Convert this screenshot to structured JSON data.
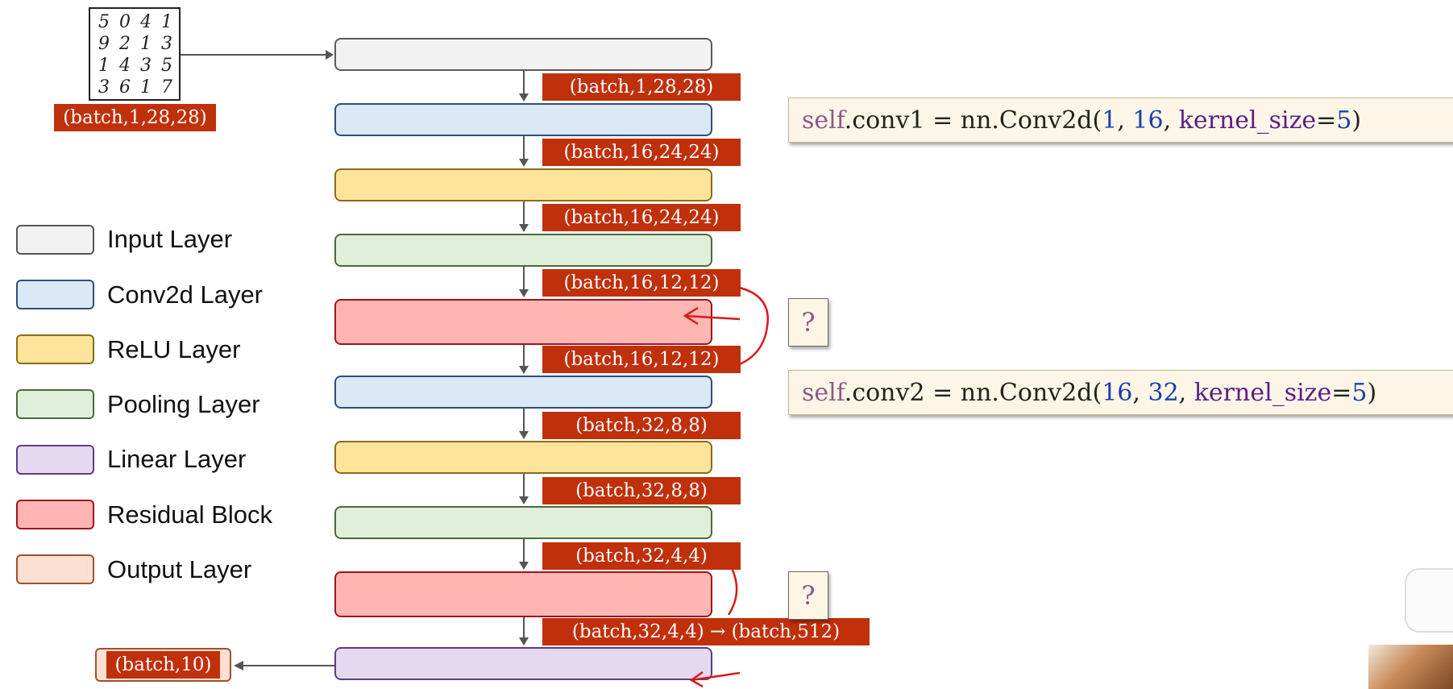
{
  "layers": [
    {
      "type": "input"
    },
    {
      "type": "conv"
    },
    {
      "type": "relu"
    },
    {
      "type": "pool"
    },
    {
      "type": "resid"
    },
    {
      "type": "conv"
    },
    {
      "type": "relu"
    },
    {
      "type": "pool"
    },
    {
      "type": "resid"
    },
    {
      "type": "linear"
    }
  ],
  "shapes": {
    "input_image": "(batch,1,28,28)",
    "s1": "(batch,1,28,28)",
    "s2": "(batch,16,24,24)",
    "s3": "(batch,16,24,24)",
    "s4": "(batch,16,12,12)",
    "s5": "(batch,16,12,12)",
    "s6": "(batch,32,8,8)",
    "s7": "(batch,32,8,8)",
    "s8": "(batch,32,4,4)",
    "s9": "(batch,32,4,4) → (batch,512)",
    "output": "(batch,10)"
  },
  "legend": [
    {
      "label": "Input Layer",
      "color": "#f2f2f2"
    },
    {
      "label": "Conv2d Layer",
      "color": "#dbe8f6"
    },
    {
      "label": "ReLU Layer",
      "color": "#fde49a"
    },
    {
      "label": "Pooling Layer",
      "color": "#e0efda"
    },
    {
      "label": "Linear Layer",
      "color": "#e5d9f2"
    },
    {
      "label": "Residual Block",
      "color": "#ffb6b3"
    },
    {
      "label": "Output Layer",
      "color": "#fce0d2"
    }
  ],
  "code": {
    "conv1": {
      "self": "self",
      "rest": ".conv1 = nn.Conv2d(",
      "a": "1",
      "sep1": ", ",
      "b": "16",
      "sep2": ", ",
      "kw": "kernel_size",
      "eq": "=",
      "k": "5",
      "end": ")"
    },
    "conv2": {
      "self": "self",
      "rest": ".conv2 = nn.Conv2d(",
      "a": "16",
      "sep1": ", ",
      "b": "32",
      "sep2": ", ",
      "kw": "kernel_size",
      "eq": "=",
      "k": "5",
      "end": ")"
    }
  },
  "question_mark": "?",
  "mnist_digits": [
    "5",
    "0",
    "4",
    "1",
    "9",
    "2",
    "1",
    "3",
    "1",
    "4",
    "3",
    "5",
    "3",
    "6",
    "1",
    "7"
  ],
  "colors": {
    "shape_label": "#c0300b",
    "annotation_red": "#d81a1a"
  }
}
